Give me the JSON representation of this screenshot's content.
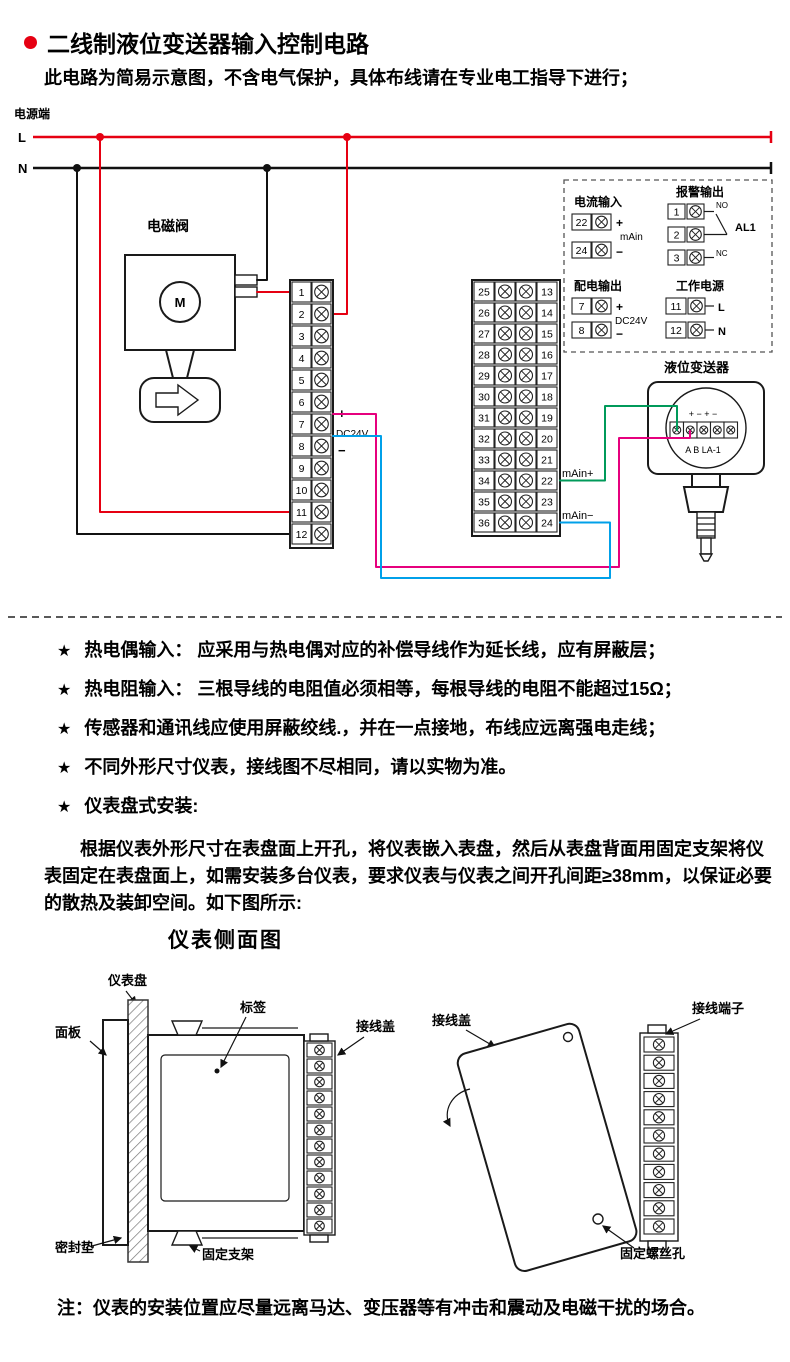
{
  "header": {
    "title": "二线制液位变送器输入控制电路",
    "subtitle": "此电路为简易示意图，不含电气保护，具体布线请在专业电工指导下进行；"
  },
  "circuit": {
    "power_label": "电源端",
    "l": "L",
    "n": "N",
    "solenoid": {
      "label": "电磁阀",
      "m": "M"
    },
    "left_terminals": [
      "1",
      "2",
      "3",
      "4",
      "5",
      "6",
      "7",
      "8",
      "9",
      "10",
      "11",
      "12"
    ],
    "right_inner_terminals": [
      "25",
      "26",
      "27",
      "28",
      "29",
      "30",
      "31",
      "32",
      "33",
      "34",
      "35",
      "36"
    ],
    "right_outer_terminals": [
      "13",
      "14",
      "15",
      "16",
      "17",
      "18",
      "19",
      "20",
      "21",
      "22",
      "23",
      "24"
    ],
    "dc24v": {
      "plus": "+",
      "label": "DC24V",
      "minus": "−"
    },
    "main_plus": "mAin+",
    "main_minus": "mAin−",
    "panel": {
      "current_input": {
        "title": "电流输入",
        "t1": "22",
        "t2": "24",
        "plus": "+",
        "minus": "−",
        "main": "mAin"
      },
      "alarm_output": {
        "title": "报警输出",
        "t1": "1",
        "t2": "2",
        "t3": "3",
        "no": "NO",
        "nc": "NC",
        "al1": "AL1"
      },
      "power_output": {
        "title": "配电输出",
        "t1": "7",
        "t2": "8",
        "plus": "+",
        "minus": "−",
        "dc24v": "DC24V"
      },
      "work_power": {
        "title": "工作电源",
        "t1": "11",
        "t2": "12",
        "l": "L",
        "n": "N"
      }
    },
    "transmitter": {
      "label": "液位变送器",
      "marks": "+ − + −",
      "terminals": "A B LA-1"
    }
  },
  "notes": [
    {
      "star": "★",
      "text": "热电偶输入： 应采用与热电偶对应的补偿导线作为延长线，应有屏蔽层；"
    },
    {
      "star": "★",
      "text": "热电阻输入： 三根导线的电阻值必须相等，每根导线的电阻不能超过15Ω；"
    },
    {
      "star": "★",
      "text": "传感器和通讯线应使用屏蔽绞线.，并在一点接地，布线应远离强电走线；"
    },
    {
      "star": "★",
      "text": "不同外形尺寸仪表，接线图不尽相同，请以实物为准。"
    },
    {
      "star": "★",
      "text": "仪表盘式安装:"
    }
  ],
  "paragraph": "根据仪表外形尺寸在表盘面上开孔，将仪表嵌入表盘，然后从表盘背面用固定支架将仪表固定在表盘面上，如需安装多台仪表，要求仪表与仪表之间开孔间距≥38mm，以保证必要的散热及装卸空间。如下图所示:",
  "side_view": {
    "heading": "仪表侧面图",
    "labels": {
      "panel": "仪表盘",
      "front": "面板",
      "tag": "标签",
      "cover_left": "接线盖",
      "gasket": "密封垫",
      "bracket": "固定支架",
      "cover_right": "接线盖",
      "terminals": "接线端子",
      "screw_hole": "固定螺丝孔"
    }
  },
  "footer_note": "注：仪表的安装位置应尽量远离马达、变压器等有冲击和震动及电磁干扰的场合。",
  "colors": {
    "bullet": "#e60012",
    "line_l": "#e60012",
    "line_n": "#111111",
    "wire_magenta": "#e6007e",
    "wire_blue": "#00a0e9",
    "wire_green": "#009a5a"
  }
}
